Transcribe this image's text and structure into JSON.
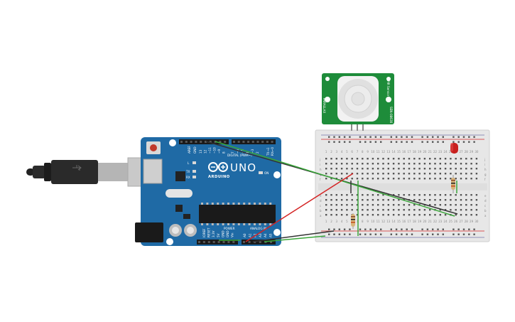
{
  "board": {
    "brand": "UNO",
    "maker": "ARDUINO",
    "digital_label": "DIGITAL (PWM~)",
    "power_label": "POWER",
    "analog_label": "ANALOG IN",
    "on_label": "ON",
    "led_l": "L",
    "led_tx": "TX",
    "led_rx": "RX",
    "aref": "AREF",
    "gnd": "GND",
    "tx_pin": "TX→1",
    "rx_pin": "RX←0",
    "digital_pins": [
      "13",
      "12",
      "~11",
      "~10",
      "~9",
      "8",
      "7",
      "~6",
      "~5",
      "4",
      "~3",
      "2"
    ],
    "power_pins": [
      "IOREF",
      "RESET",
      "3.3V",
      "5V",
      "GND",
      "GND",
      "Vin"
    ],
    "analog_pins": [
      "A0",
      "A1",
      "A2",
      "A3",
      "A4",
      "A5"
    ]
  },
  "pir": {
    "label_left": "PIR Sensor",
    "label_right": "SEN-08630",
    "label_model": "PARALLAX"
  },
  "breadboard": {
    "column_numbers": [
      "1",
      "2",
      "3",
      "4",
      "5",
      "6",
      "7",
      "8",
      "9",
      "10",
      "11",
      "12",
      "13",
      "14",
      "15",
      "16",
      "17",
      "18",
      "19",
      "20",
      "21",
      "22",
      "23",
      "24",
      "25",
      "26",
      "27",
      "28",
      "29",
      "30"
    ],
    "row_letters_top": [
      "j",
      "i",
      "h",
      "g",
      "f"
    ],
    "row_letters_bottom": [
      "e",
      "d",
      "c",
      "b",
      "a"
    ]
  },
  "colors": {
    "board": "#1f6aa5",
    "wire_black": "#333333",
    "wire_green": "#3aa63a",
    "wire_red": "#d42424",
    "pir_pcb": "#1e8c3a",
    "led": "#c8201e"
  }
}
